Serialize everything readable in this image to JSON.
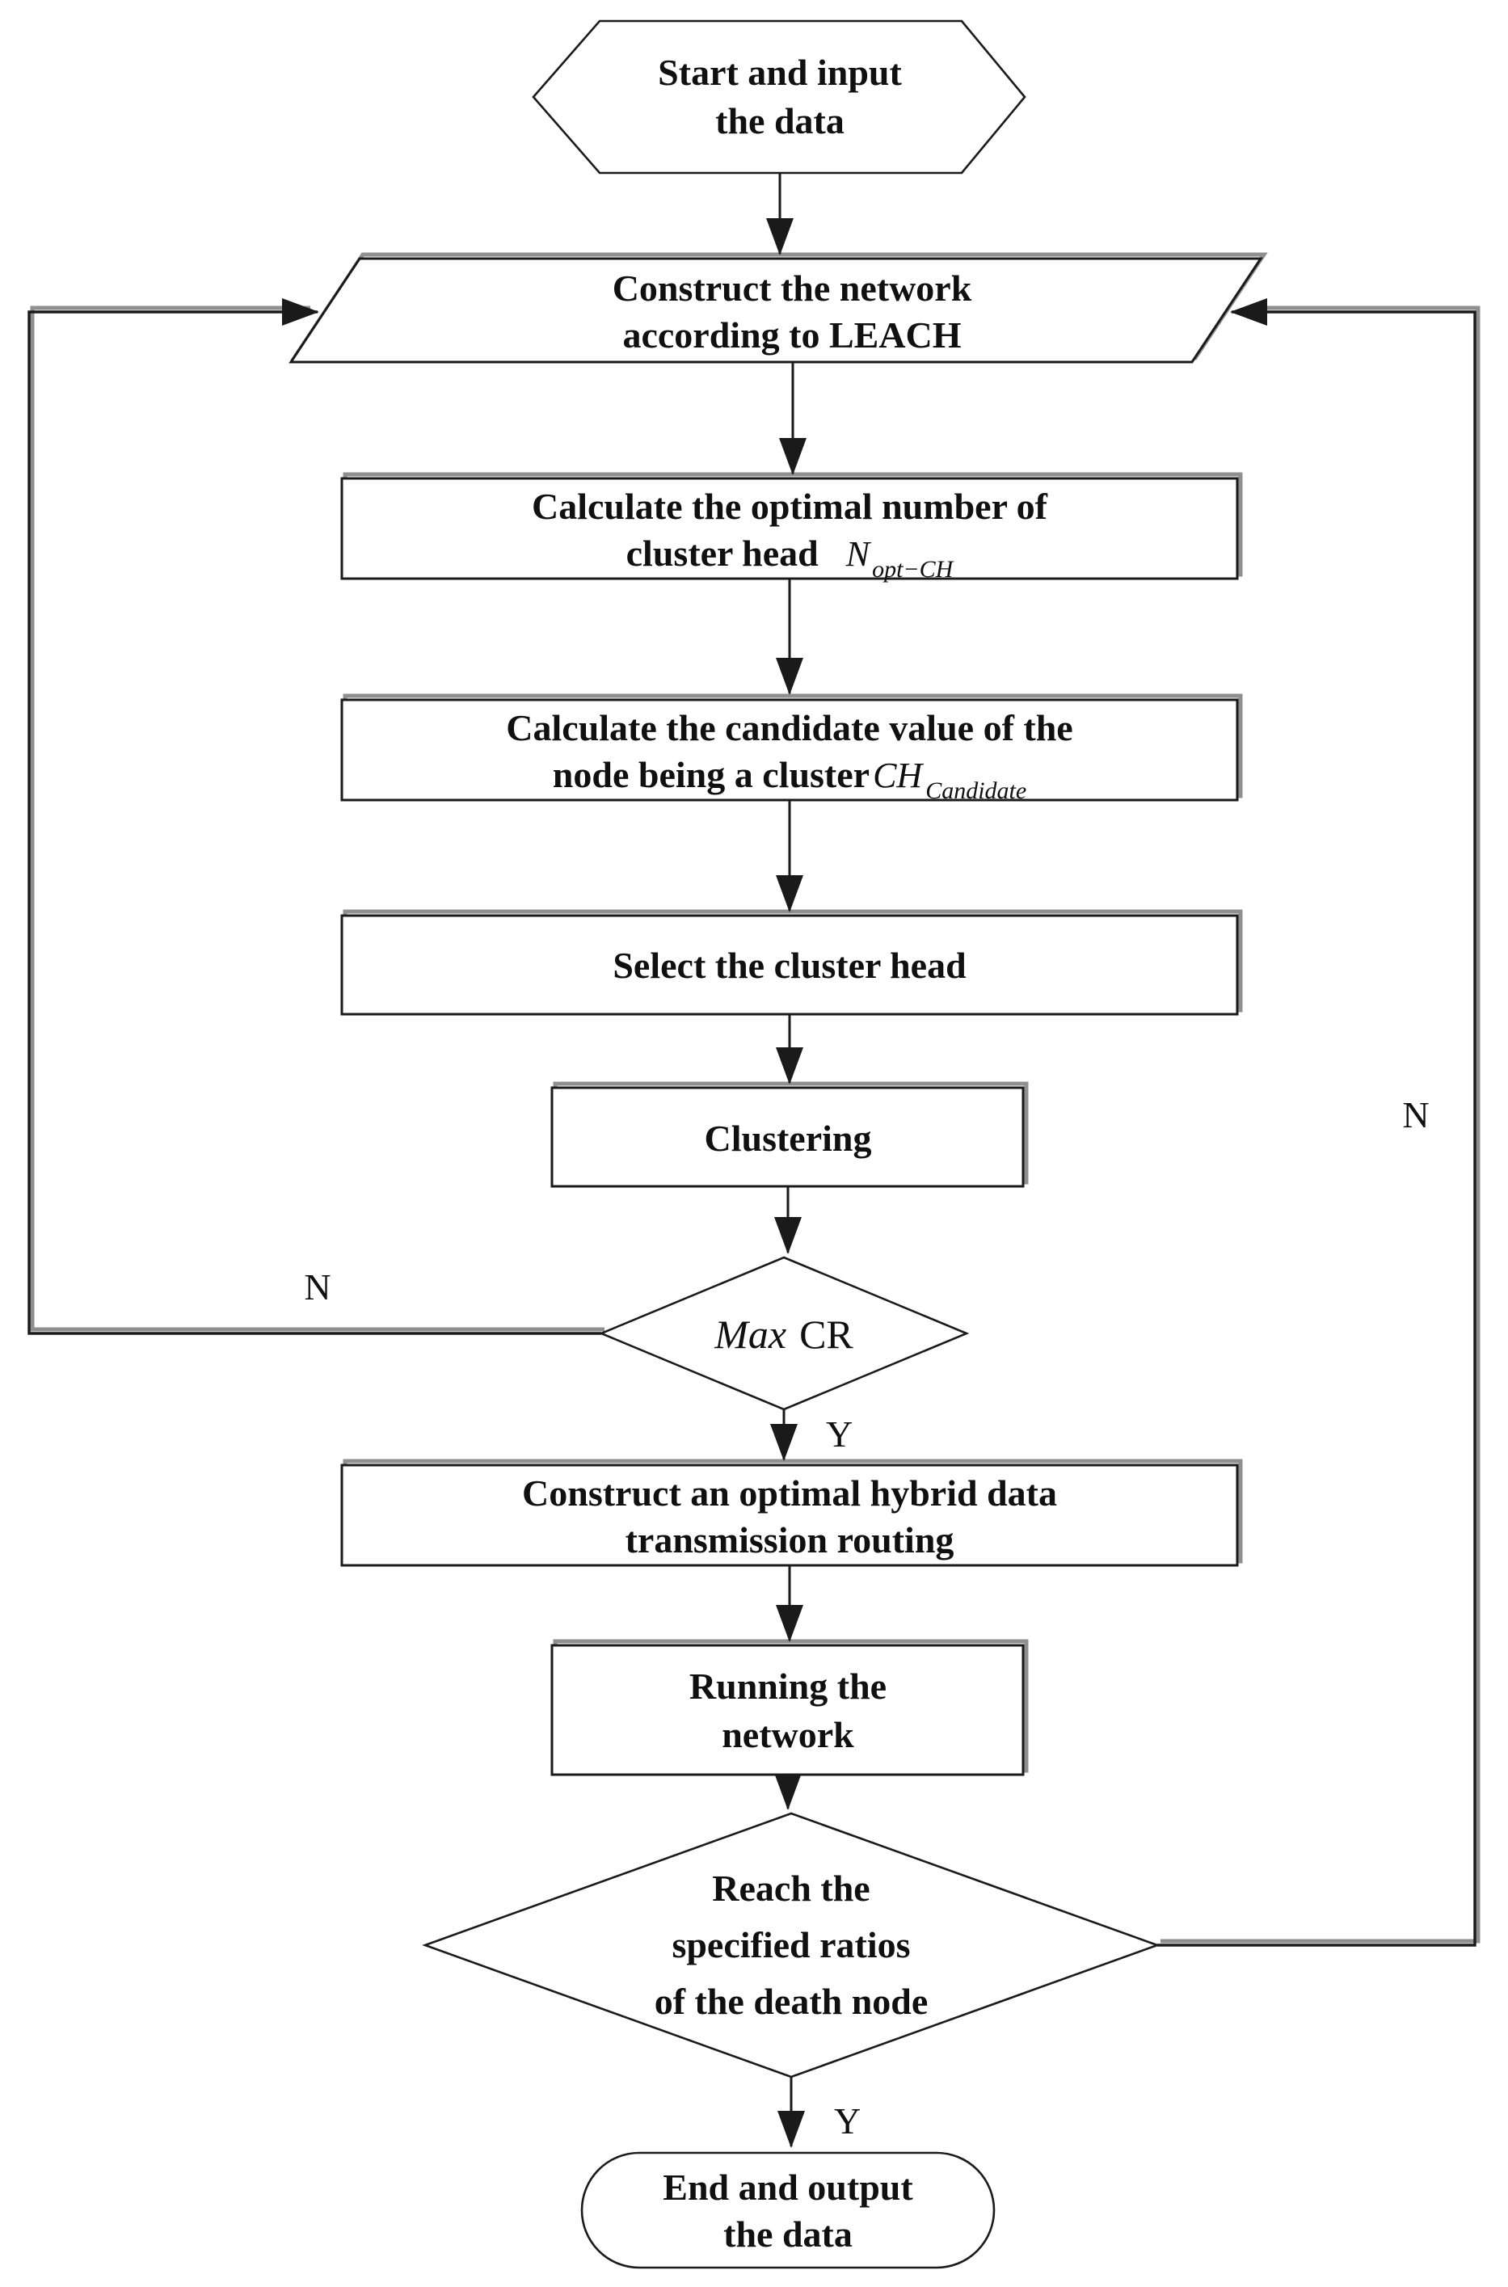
{
  "figure": {
    "type": "flowchart",
    "background": "#ffffff",
    "line_color": "#1a1a1a",
    "shadow_color": "#8f8f8f",
    "text_color": "#101010"
  },
  "nodes": {
    "start": {
      "shape": "hexagon",
      "line1": "Start and input",
      "line2": "the data"
    },
    "construct_network": {
      "shape": "parallelogram",
      "line1": "Construct the network",
      "line2": "according to LEACH"
    },
    "calc_optimal_ch": {
      "shape": "rectangle",
      "line1": "Calculate the optimal number of",
      "line2": "cluster head",
      "math_base": "N",
      "math_sub": "opt−CH"
    },
    "calc_candidate": {
      "shape": "rectangle",
      "line1": "Calculate the candidate value of the",
      "line2": "node being a cluster",
      "math_base": "CH",
      "math_sub": "Candidate"
    },
    "select_cluster_head": {
      "shape": "rectangle",
      "line1": "Select the cluster head"
    },
    "clustering": {
      "shape": "rectangle",
      "line1": "Clustering"
    },
    "max_cr": {
      "shape": "diamond",
      "italic": "Max",
      "upright": "CR"
    },
    "construct_routing": {
      "shape": "rectangle",
      "line1": "Construct an optimal hybrid data",
      "line2": "transmission routing"
    },
    "running_network": {
      "shape": "rectangle",
      "line1": "Running the",
      "line2": "network"
    },
    "reach_ratio": {
      "shape": "diamond",
      "line1": "Reach the",
      "line2": "specified ratios",
      "line3": "of the death node"
    },
    "end": {
      "shape": "terminator",
      "line1": "End and output",
      "line2": "the data"
    }
  },
  "edge_labels": {
    "max_cr_no": "N",
    "max_cr_yes": "Y",
    "reach_no": "N",
    "reach_yes": "Y"
  }
}
